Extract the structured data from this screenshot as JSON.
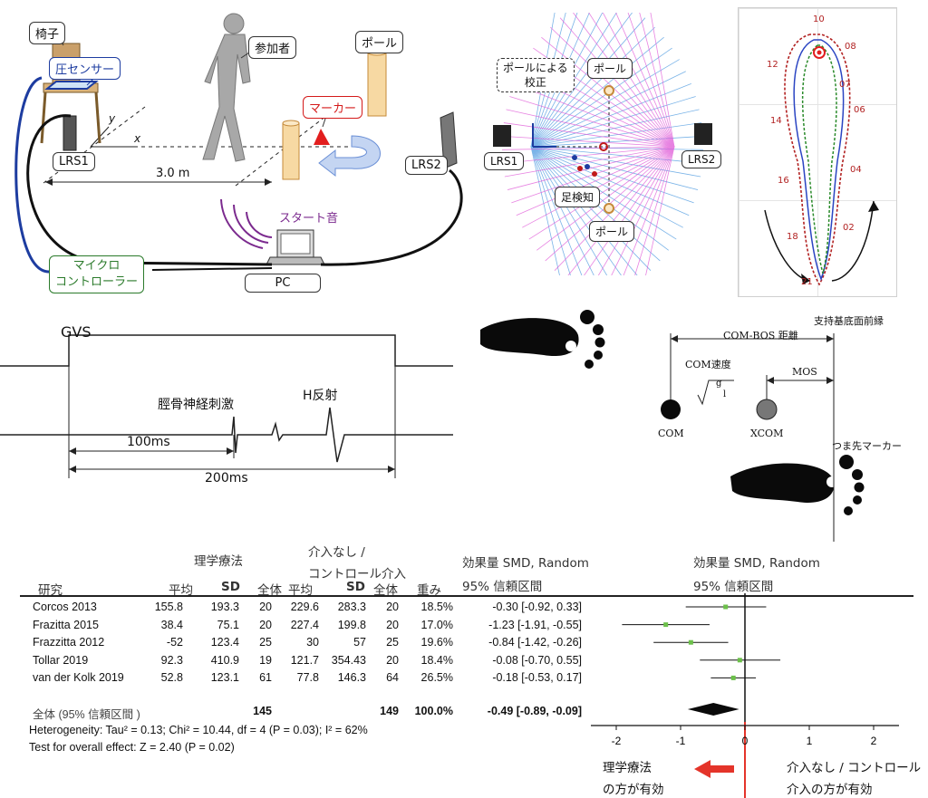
{
  "p1": {
    "chair": "椅子",
    "pressure_sensor": "圧センサー",
    "participant": "参加者",
    "pole": "ポール",
    "marker": "マーカー",
    "lrs1": "LRS1",
    "lrs2": "LRS2",
    "distance": "3.0 m",
    "start_sound": "スタート音",
    "microcontroller_line1": "マイクロ",
    "microcontroller_line2": "コントローラー",
    "pc": "PC",
    "axis_x": "x",
    "axis_y": "y"
  },
  "p2": {
    "calib_line1": "ポールによる",
    "calib_line2": "校正",
    "pole_top": "ポール",
    "pole_bottom": "ポール",
    "lrs1": "LRS1",
    "lrs2": "LRS2",
    "foot_detect": "足検知"
  },
  "p3": {
    "ticks": [
      "10",
      "08",
      "12",
      "07",
      "06",
      "14",
      "04",
      "16",
      "02",
      "18",
      "21"
    ]
  },
  "p4": {
    "gvs": "GVS",
    "tibial": "脛骨神経刺激",
    "hreflex": "H反射",
    "t100": "100ms",
    "t200": "200ms"
  },
  "p5": {
    "com_bos": "COM-BOS 距離",
    "bos_edge": "支持基底面前縁",
    "com_vel": "COM速度",
    "sqrt_num": "g",
    "sqrt_den": "l",
    "mos": "MOS",
    "com": "COM",
    "xcom": "XCOM",
    "toe_marker": "つま先マーカー"
  },
  "forest": {
    "group1": "理学療法",
    "group2_line1": "介入なし /",
    "group2_line2": "コントロール介入",
    "col_study": "研究",
    "col_mean1": "平均",
    "col_sd1": "SD",
    "col_total1": "全体",
    "col_mean2": "平均",
    "col_sd2": "SD",
    "col_total2": "全体",
    "col_weight": "重み",
    "es_header": "効果量 SMD, Random",
    "ci_header": "95% 信頼区間",
    "es_header_plot": "効果量 SMD, Random",
    "ci_header_plot": "95% 信頼区間",
    "rows": [
      {
        "study": "Corcos 2013",
        "m1": "155.8",
        "sd1": "193.3",
        "n1": "20",
        "m2": "229.6",
        "sd2": "283.3",
        "n2": "20",
        "w": "18.5%",
        "es": "-0.30 [-0.92, 0.33]"
      },
      {
        "study": "Frazitta 2015",
        "m1": "38.4",
        "sd1": "75.1",
        "n1": "20",
        "m2": "227.4",
        "sd2": "199.8",
        "n2": "20",
        "w": "17.0%",
        "es": "-1.23 [-1.91, -0.55]"
      },
      {
        "study": "Frazzitta 2012",
        "m1": "-52",
        "sd1": "123.4",
        "n1": "25",
        "m2": "30",
        "sd2": "57",
        "n2": "25",
        "w": "19.6%",
        "es": "-0.84 [-1.42, -0.26]"
      },
      {
        "study": "Tollar 2019",
        "m1": "92.3",
        "sd1": "410.9",
        "n1": "19",
        "m2": "121.7",
        "sd2": "354.43",
        "n2": "20",
        "w": "18.4%",
        "es": "-0.08 [-0.70, 0.55]"
      },
      {
        "study": "van der Kolk 2019",
        "m1": "52.8",
        "sd1": "123.1",
        "n1": "61",
        "m2": "77.8",
        "sd2": "146.3",
        "n2": "64",
        "w": "26.5%",
        "es": "-0.18 [-0.53, 0.17]"
      }
    ],
    "overall": {
      "label": "全体 (95% 信頼区間 )",
      "n1": "145",
      "n2": "149",
      "w": "100.0%",
      "es": "-0.49 [-0.89, -0.09]"
    },
    "heterogeneity": "Heterogeneity: Tau² = 0.13; Chi² = 10.44, df = 4 (P = 0.03); I² = 62%",
    "overall_test": "Test for overall effect: Z = 2.40 (P = 0.02)",
    "favours_left_1": "理学療法",
    "favours_left_2": "の方が有効",
    "favours_right_1": "介入なし / コントロール",
    "favours_right_2": "介入の方が有効"
  },
  "chart_data": {
    "type": "forest",
    "title": "",
    "xlabel": "",
    "xticks": [
      "-2",
      "-1",
      "0",
      "1",
      "2"
    ],
    "xlim": [
      -2.2,
      2.2
    ],
    "studies": [
      {
        "name": "Corcos 2013",
        "smd": -0.3,
        "lo": -0.92,
        "hi": 0.33,
        "weight": 18.5
      },
      {
        "name": "Frazitta 2015",
        "smd": -1.23,
        "lo": -1.91,
        "hi": -0.55,
        "weight": 17.0
      },
      {
        "name": "Frazzitta 2012",
        "smd": -0.84,
        "lo": -1.42,
        "hi": -0.26,
        "weight": 19.6
      },
      {
        "name": "Tollar 2019",
        "smd": -0.08,
        "lo": -0.7,
        "hi": 0.55,
        "weight": 18.4
      },
      {
        "name": "van der Kolk 2019",
        "smd": -0.18,
        "lo": -0.53,
        "hi": 0.17,
        "weight": 26.5
      }
    ],
    "overall": {
      "smd": -0.49,
      "lo": -0.89,
      "hi": -0.09
    },
    "colors": {
      "marker": "#6cc04a",
      "line": "#111111",
      "arrow": "#e4342a"
    }
  }
}
